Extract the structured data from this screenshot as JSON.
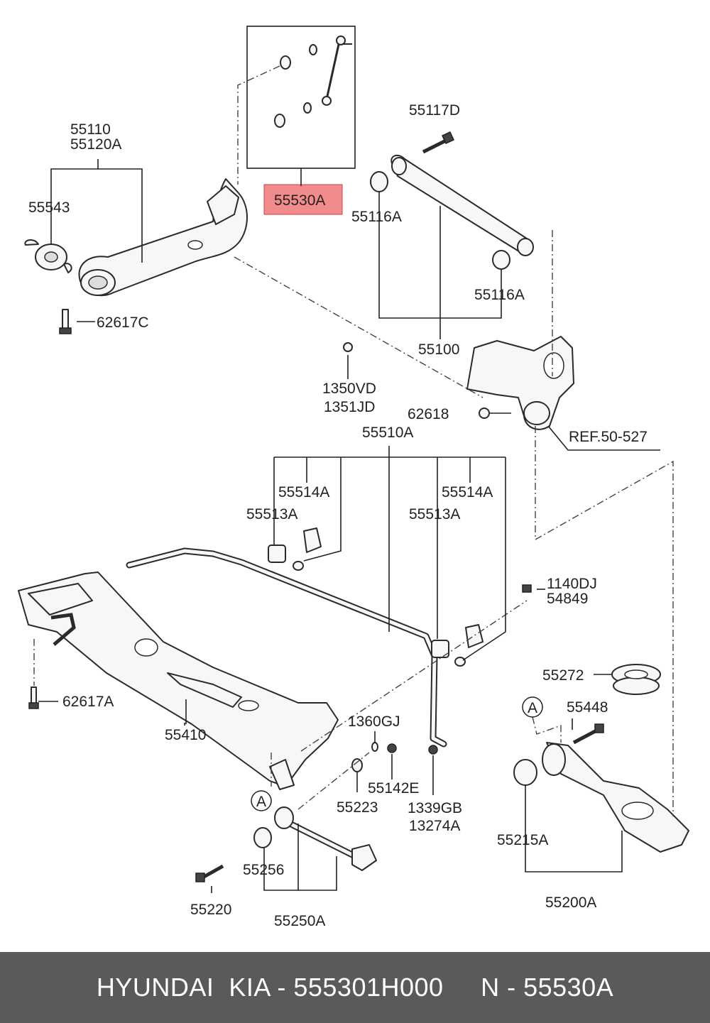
{
  "labels": {
    "p55110": "55110",
    "p55120A": "55120A",
    "p55543": "55543",
    "p62617C": "62617C",
    "p55530A": "55530A",
    "p55117D": "55117D",
    "p55116A_top": "55116A",
    "p55116A_bottom": "55116A",
    "p55100": "55100",
    "p1350VD": "1350VD",
    "p1351JD": "1351JD",
    "p62618": "62618",
    "ref": "REF.50-527",
    "p55510A": "55510A",
    "p55514A_left": "55514A",
    "p55513A_left": "55513A",
    "p55514A_right": "55514A",
    "p55513A_right": "55513A",
    "p1140DJ": "1140DJ",
    "p54849": "54849",
    "p62617A": "62617A",
    "p55410": "55410",
    "p1360GJ": "1360GJ",
    "p55142E": "55142E",
    "p55223": "55223",
    "p1339GB": "1339GB",
    "p13274A": "13274A",
    "p55272": "55272",
    "p55448": "55448",
    "p55215A": "55215A",
    "p55200A": "55200A",
    "p55256": "55256",
    "p55220": "55220",
    "p55250A": "55250A",
    "markerA_left": "A",
    "markerA_right": "A"
  },
  "highlight_color": "#f28b8b",
  "footer": {
    "brand": "HYUNDAI  KIA - 555301H000",
    "ref": "     N - 55530A"
  }
}
